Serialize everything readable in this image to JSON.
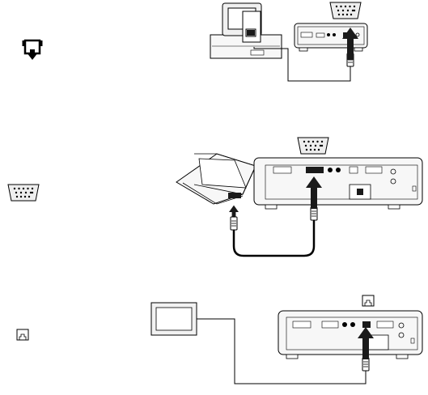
{
  "panels": [
    {
      "id": "monitor-pass-through",
      "side_icon": "monitor-loop-icon",
      "port_icon": "vga-port-icon"
    },
    {
      "id": "laptop-vga-connection",
      "side_icon": "vga-port-icon",
      "port_icon": "vga-port-icon"
    },
    {
      "id": "network-rj45-connection",
      "side_icon": "rj45-port-icon",
      "port_icon": "rj45-port-icon"
    }
  ],
  "colors": {
    "line": "#000000",
    "fill_light": "#f2f2f2",
    "fill_mid": "#e6e6e6",
    "fill_dark": "#1a1a1a"
  }
}
